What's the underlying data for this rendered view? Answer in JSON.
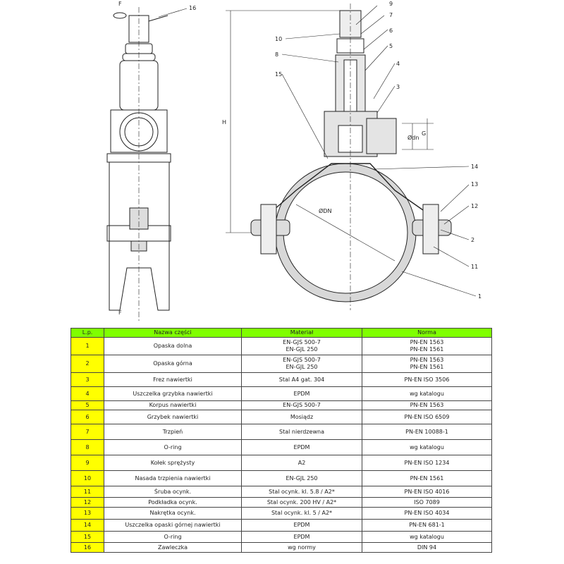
{
  "drawing": {
    "labels": {
      "l16": "16",
      "f_top": "F",
      "f_bottom": "F",
      "h": "H",
      "l10": "10",
      "l9": "9",
      "l7": "7",
      "l6": "6",
      "l8": "8",
      "l5": "5",
      "l4": "4",
      "l15": "15",
      "l3": "3",
      "odn": "Ødn",
      "g": "G",
      "l14": "14",
      "oDN": "ØDN",
      "l13": "13",
      "l12": "12",
      "l2": "2",
      "l11": "11",
      "l1": "1"
    }
  },
  "table": {
    "headers": [
      "L.p.",
      "Nazwa części",
      "Materiał",
      "Norma"
    ],
    "colors": {
      "header": "#7fff00",
      "index": "#ffff00"
    },
    "rows": [
      {
        "lp": "1",
        "name": "Opaska dolna",
        "material": [
          "EN-GJS 500-7",
          "EN-GJL 250"
        ],
        "norma": [
          "PN-EN 1563",
          "PN-EN 1561"
        ]
      },
      {
        "lp": "2",
        "name": "Opaska górna",
        "material": [
          "EN-GJS 500-7",
          "EN-GJL 250"
        ],
        "norma": [
          "PN-EN 1563",
          "PN-EN 1561"
        ]
      },
      {
        "lp": "3",
        "name": "Frez nawiertki",
        "material": [
          "Stal A4 gat. 304"
        ],
        "norma": [
          "PN-EN ISO 3506"
        ]
      },
      {
        "lp": "4",
        "name": "Uszczelka grzybka nawiertki",
        "material": [
          "EPDM"
        ],
        "norma": [
          "wg katalogu"
        ]
      },
      {
        "lp": "5",
        "name": "Korpus nawiertki",
        "material": [
          "EN-GJS 500-7"
        ],
        "norma": [
          "PN-EN 1563"
        ]
      },
      {
        "lp": "6",
        "name": "Grzybek nawiertki",
        "material": [
          "Mosiądz"
        ],
        "norma": [
          "PN-EN ISO 6509"
        ]
      },
      {
        "lp": "7",
        "name": "Trzpień",
        "material": [
          "Stal nierdzewna"
        ],
        "norma": [
          "PN-EN 10088-1"
        ]
      },
      {
        "lp": "8",
        "name": "O-ring",
        "material": [
          "EPDM"
        ],
        "norma": [
          "wg katalogu"
        ]
      },
      {
        "lp": "9",
        "name": "Kołek sprężysty",
        "material": [
          "A2"
        ],
        "norma": [
          "PN-EN ISO 1234"
        ]
      },
      {
        "lp": "10",
        "name": "Nasada trzpienia nawiertki",
        "material": [
          "EN-GJL 250"
        ],
        "norma": [
          "PN-EN 1561"
        ]
      },
      {
        "lp": "11",
        "name": "Śruba ocynk.",
        "material": [
          "Stal ocynk. kl. 5.8 / A2*"
        ],
        "norma": [
          "PN-EN ISO 4016"
        ]
      },
      {
        "lp": "12",
        "name": "Podkładka ocynk.",
        "material": [
          "Stal ocynk. 200 HV / A2*"
        ],
        "norma": [
          "ISO 7089"
        ]
      },
      {
        "lp": "13",
        "name": "Nakrętka ocynk.",
        "material": [
          "Stal ocynk. kl. 5 / A2*"
        ],
        "norma": [
          "PN-EN ISO 4034"
        ]
      },
      {
        "lp": "14",
        "name": "Uszczelka opaski górnej nawiertki",
        "material": [
          "EPDM"
        ],
        "norma": [
          "PN-EN 681-1"
        ]
      },
      {
        "lp": "15",
        "name": "O-ring",
        "material": [
          "EPDM"
        ],
        "norma": [
          "wg katalogu"
        ]
      },
      {
        "lp": "16",
        "name": "Zawleczka",
        "material": [
          "wg normy"
        ],
        "norma": [
          "DIN 94"
        ]
      }
    ]
  }
}
